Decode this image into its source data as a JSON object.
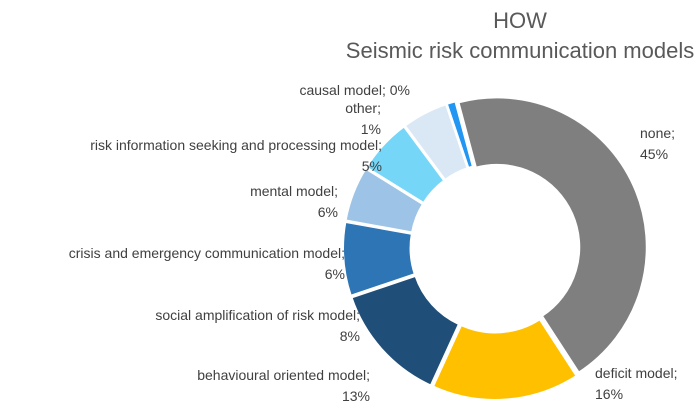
{
  "chart_data": {
    "type": "pie",
    "style": "doughnut",
    "title": [
      "HOW",
      "Seismic risk communication models"
    ],
    "legend": "none",
    "slices": [
      {
        "name": "none",
        "value": 45,
        "label": "45%",
        "color": "#7f7f7f"
      },
      {
        "name": "deficit model",
        "value": 16,
        "label": "16%",
        "color": "#ffc000"
      },
      {
        "name": "behavioural oriented model",
        "value": 13,
        "label": "13%",
        "color": "#1f4e79"
      },
      {
        "name": "social amplification of risk model",
        "value": 8,
        "label": "8%",
        "color": "#2e75b6"
      },
      {
        "name": "crisis and emergency communication model",
        "value": 6,
        "label": "6%",
        "color": "#9dc3e6"
      },
      {
        "name": "mental model",
        "value": 6,
        "label": "6%",
        "color": "#75d6f8"
      },
      {
        "name": "risk information seeking and processing model",
        "value": 5,
        "label": "5%",
        "color": "#dae8f5"
      },
      {
        "name": "other",
        "value": 1,
        "label": "1%",
        "color": "#2196f3"
      },
      {
        "name": "causal model",
        "value": 0,
        "label": "0%",
        "color": "#000000"
      }
    ]
  }
}
